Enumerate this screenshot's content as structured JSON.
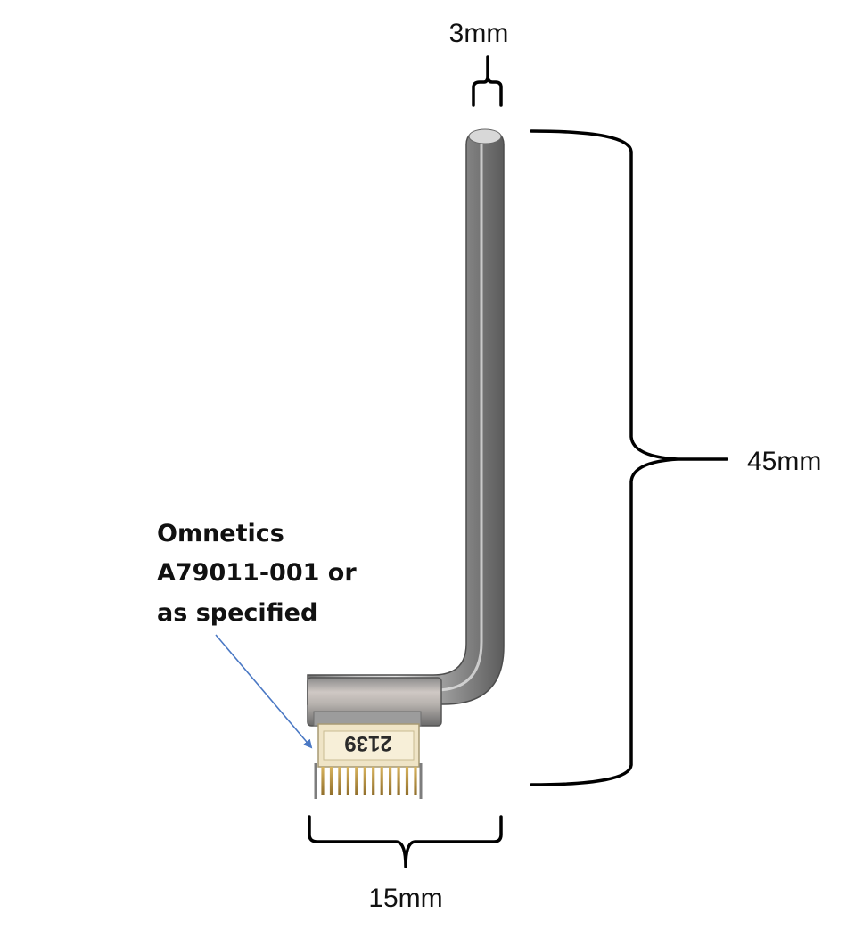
{
  "dimensions": {
    "diameter": "3mm",
    "height": "45mm",
    "width": "15mm"
  },
  "callout": {
    "lines": [
      "Omnetics",
      "A79011-001 or",
      "as specified"
    ]
  },
  "connector": {
    "marking": "2139"
  },
  "colors": {
    "arrow": "#4a78c4",
    "bracket": "#000000",
    "steel": "#a9a9a9",
    "connector_body": "#efe4c6",
    "pins": "#c9a14a"
  }
}
